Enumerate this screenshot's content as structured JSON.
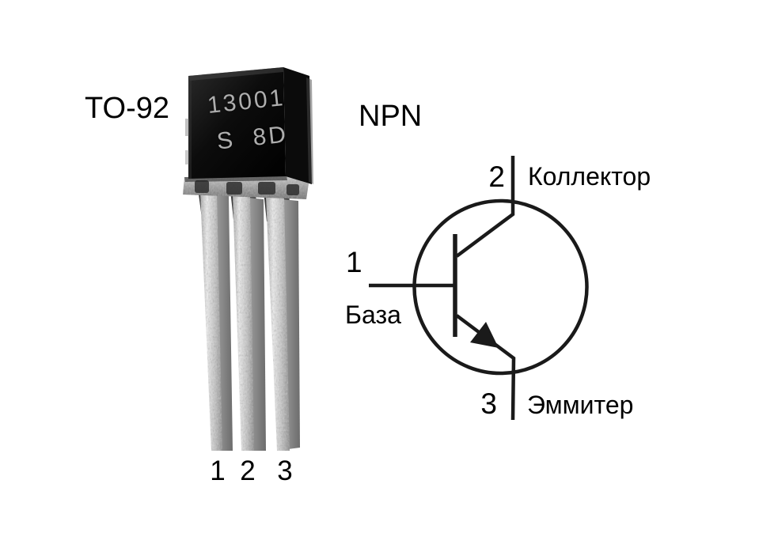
{
  "labels": {
    "package_type": "TO-92",
    "transistor_type": "NPN"
  },
  "photo": {
    "marking_line1": "13001",
    "marking_line2": "S  8D",
    "pin_numbers": [
      "1",
      "2",
      "3"
    ]
  },
  "schematic": {
    "base": {
      "number": "1",
      "name": "База"
    },
    "collector": {
      "number": "2",
      "name": "Коллектор"
    },
    "emitter": {
      "number": "3",
      "name": "Эммитер"
    }
  },
  "colors": {
    "background": "#ffffff",
    "line": "#1a1a1a",
    "body": "#0d0d0d",
    "marking": "#aeaeae"
  }
}
